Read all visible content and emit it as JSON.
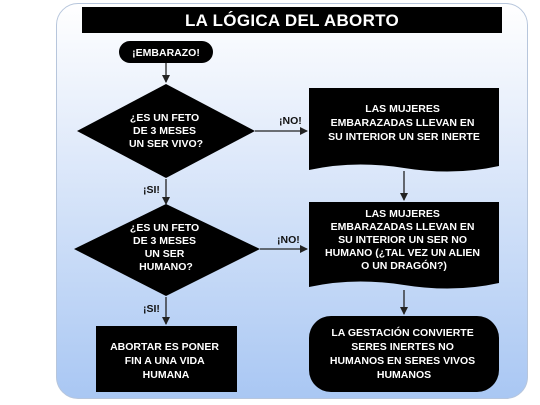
{
  "title": "LA LÓGICA DEL ABORTO",
  "nodes": {
    "start": "¡EMBARAZO!",
    "question1": [
      "¿ES UN FETO",
      "DE 3 MESES",
      "UN SER VIVO?"
    ],
    "question2": [
      "¿ES UN FETO",
      "DE 3 MESES",
      "UN SER",
      "HUMANO?"
    ],
    "result_no1": [
      "LAS MUJERES",
      "EMBARAZADAS LLEVAN EN",
      "SU INTERIOR UN SER INERTE"
    ],
    "result_no2": [
      "LAS MUJERES",
      "EMBARAZADAS LLEVAN EN",
      "SU INTERIOR UN SER NO",
      "HUMANO (¿TAL VEZ UN ALIEN",
      "O UN DRAGÓN?)"
    ],
    "result_yes": [
      "ABORTAR ES PONER",
      "FIN A UNA VIDA",
      "HUMANA"
    ],
    "gestation": [
      "LA GESTACIÓN CONVIERTE",
      "SERES INERTES NO",
      "HUMANOS EN SERES VIVOS",
      "HUMANOS"
    ]
  },
  "edge_labels": {
    "q1_no": "¡NO!",
    "q1_yes": "¡SI!",
    "q2_no": "¡NO!",
    "q2_yes": "¡SI!"
  },
  "colors": {
    "node_fill": "#000000",
    "text_on_node": "#ffffff",
    "panel_top": "#ffffff",
    "panel_bottom": "#a9c7f3",
    "arrow": "#222222"
  }
}
